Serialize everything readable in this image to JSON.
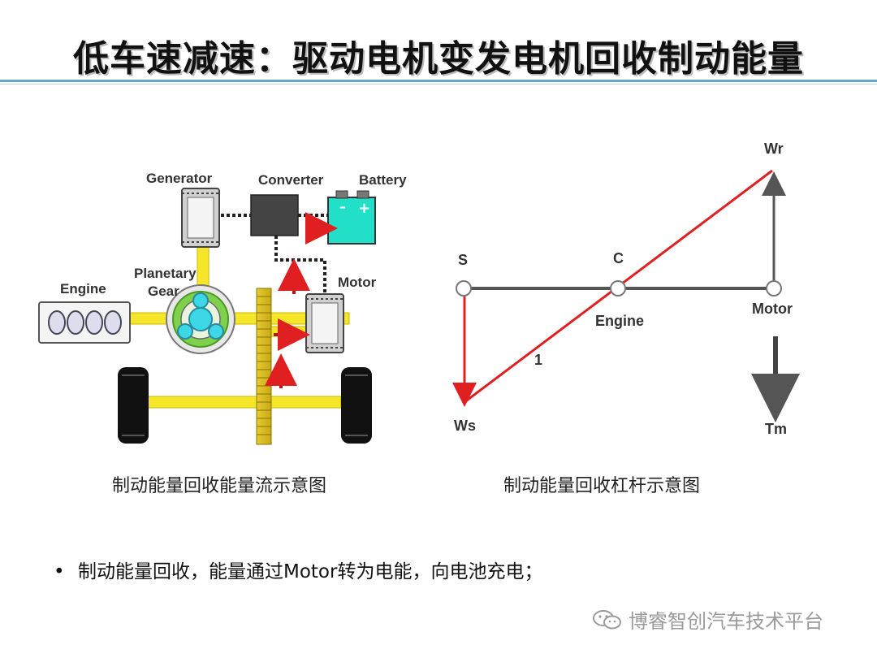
{
  "title": "低车速减速：驱动电机变发电机回收制动能量",
  "left_diagram": {
    "labels": {
      "generator": "Generator",
      "converter": "Converter",
      "battery": "Battery",
      "engine": "Engine",
      "planetary": "Planetary",
      "gear": "Gear",
      "motor": "Motor"
    },
    "caption": "制动能量回收能量流示意图"
  },
  "right_diagram": {
    "labels": {
      "wr": "Wr",
      "s": "S",
      "c": "C",
      "engine": "Engine",
      "motor": "Motor",
      "one": "1",
      "ws": "Ws",
      "tm": "Tm"
    },
    "caption": "制动能量回收杠杆示意图"
  },
  "bullet": "制动能量回收，能量通过Motor转为电能，向电池充电；",
  "watermark": "博睿智创汽车技术平台",
  "colors": {
    "accent_rule": "#6aa6c9",
    "red": "#e02020",
    "dark_red": "#b01818",
    "battery": "#22e0c8",
    "shaft": "#f5e62a"
  }
}
